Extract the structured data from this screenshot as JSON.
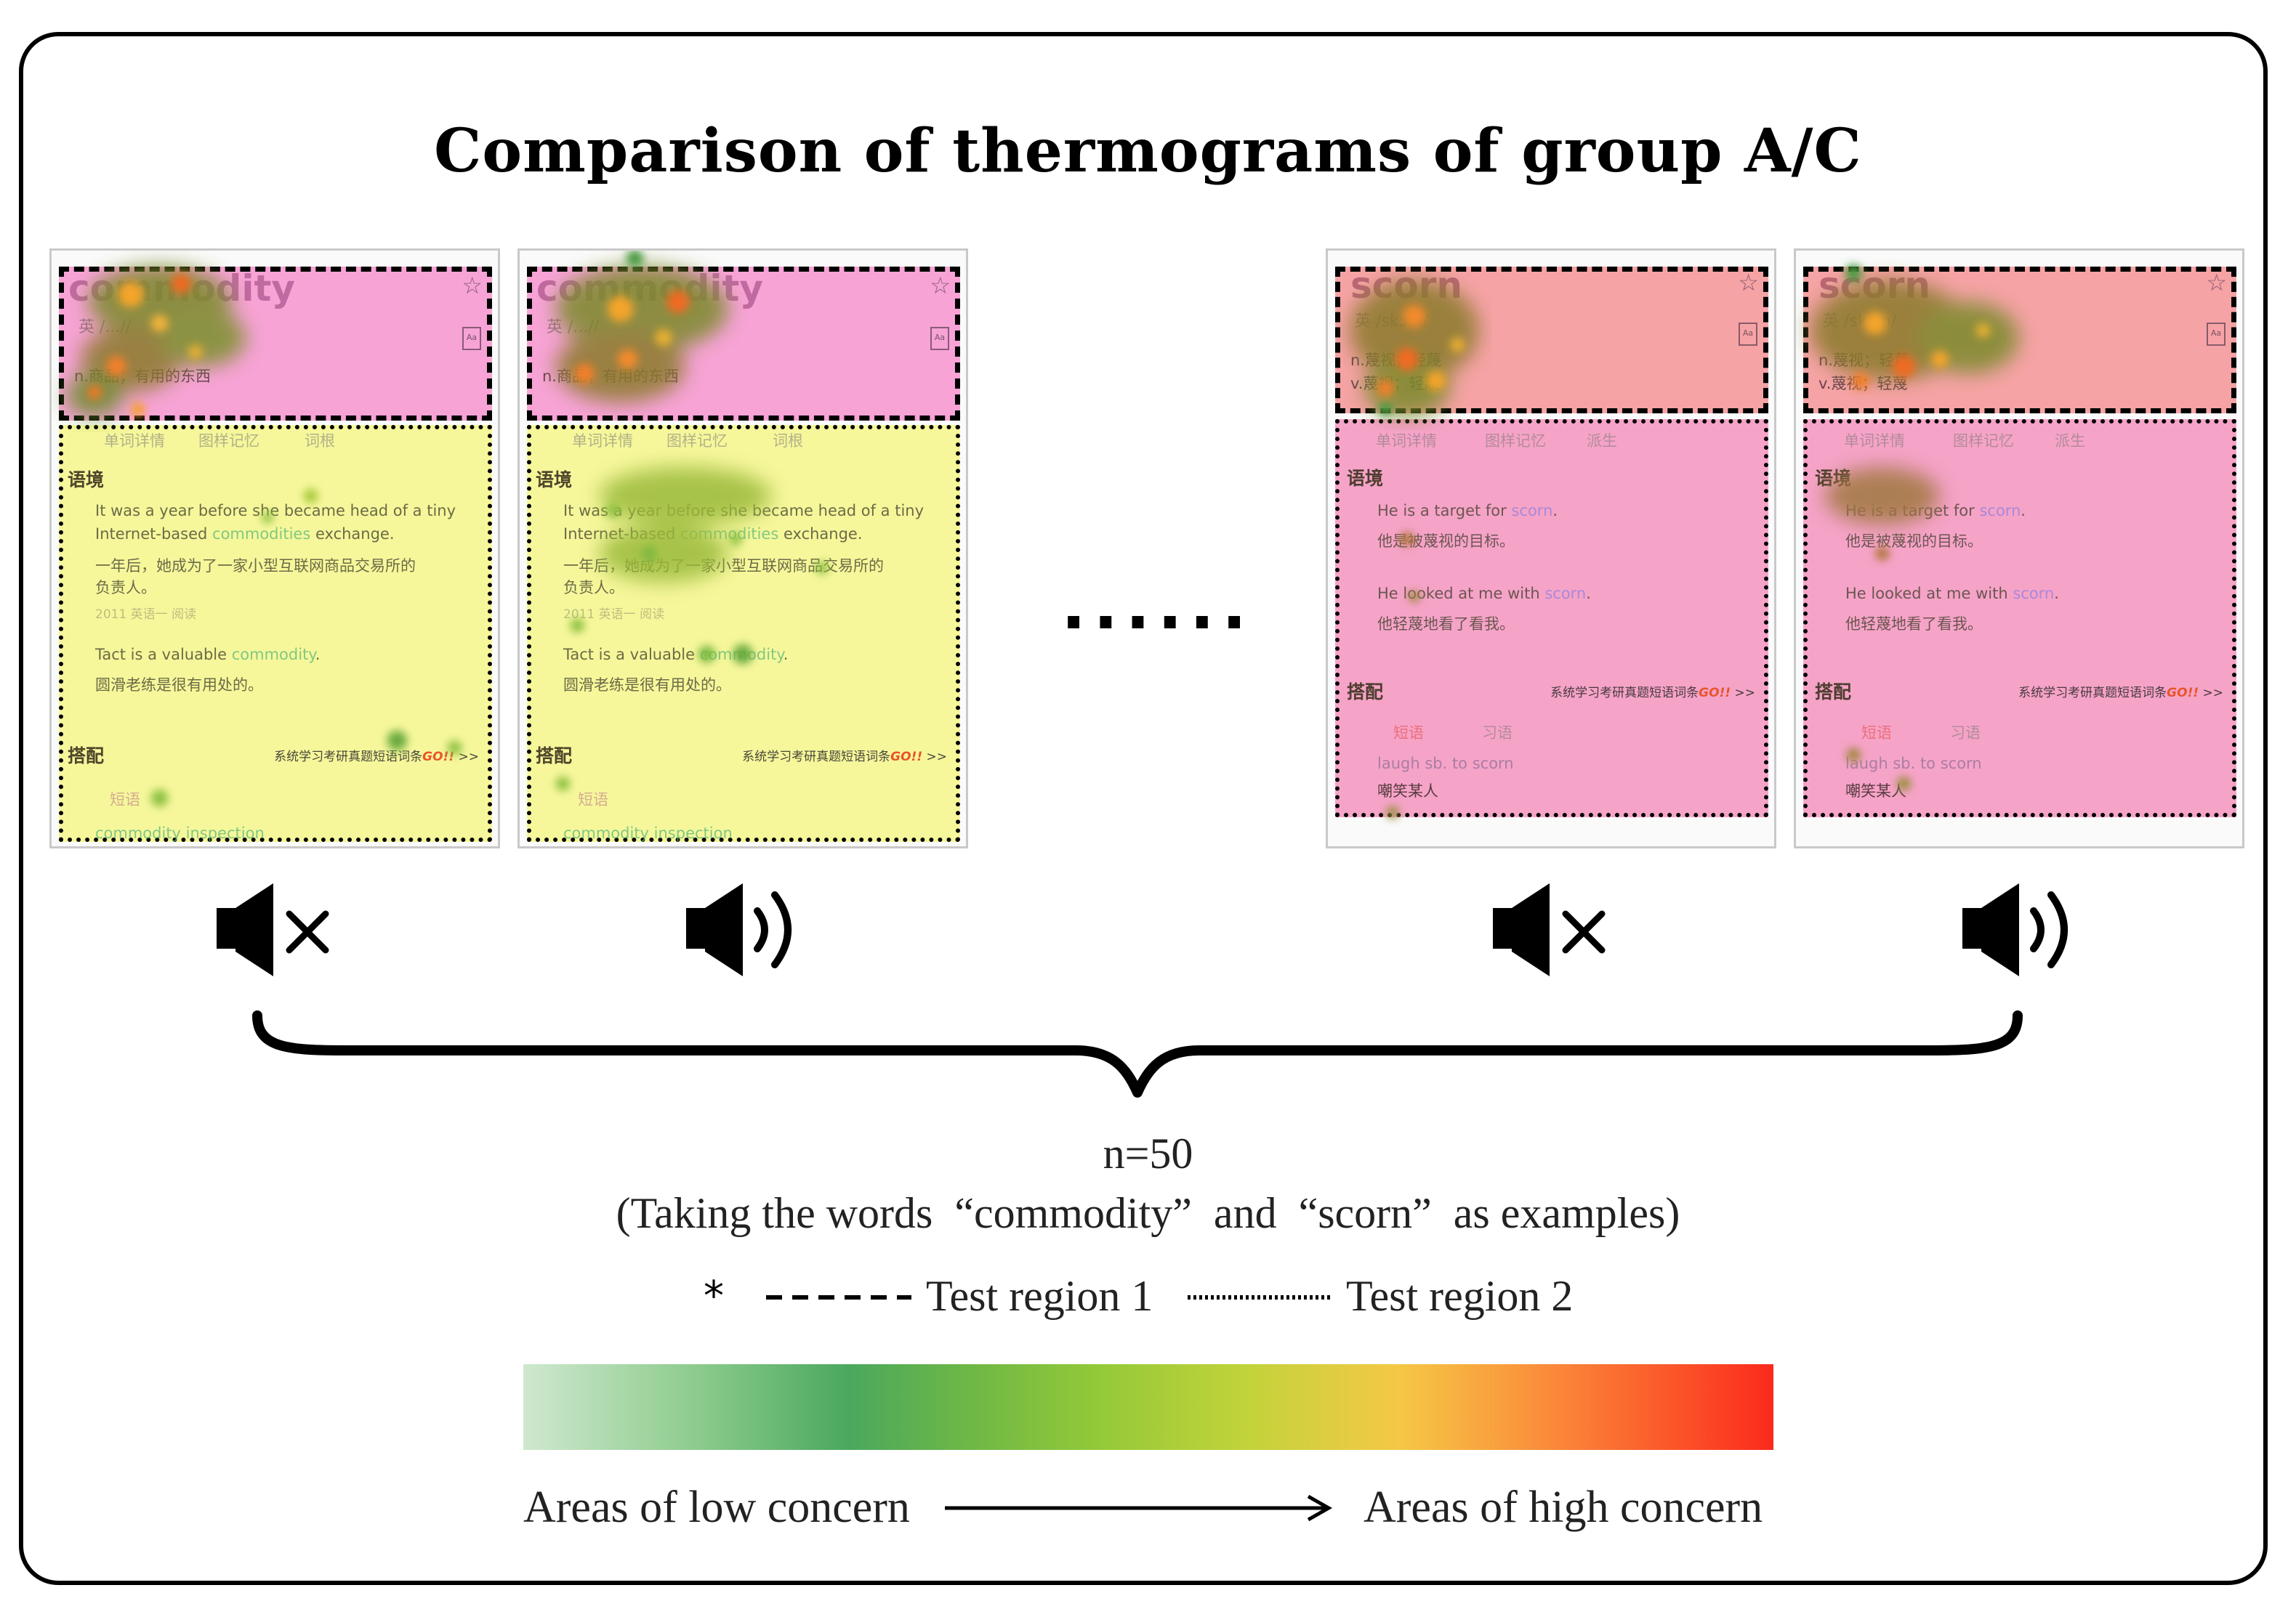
{
  "title": "Comparison of thermograms of group A/C",
  "ellipsis": "......",
  "panels": [
    {
      "word": "commodity",
      "phonetic": "英 /...//",
      "meaning": "n.商品；有用的东西",
      "tabs": [
        "单词详情",
        "图样记忆",
        "词根"
      ],
      "context_heading": "语境",
      "sentences": [
        {
          "en_a": "It was a year before she became head of a tiny",
          "en_b_pre": "Internet-based ",
          "en_b_hl": "commodities",
          "en_b_post": " exchange.",
          "zh_a": "一年后，她成为了一家小型互联网商品交易所的",
          "zh_b": "负责人。",
          "source": "2011 英语一 阅读"
        },
        {
          "en_pre": "Tact is a valuable ",
          "en_hl": "commodity",
          "en_post": ".",
          "zh": "圆滑老练是很有用处的。"
        }
      ],
      "collocation_heading": "搭配",
      "collocation_link": "系统学习考研真题短语词条",
      "go": "GO!!",
      "go_suffix": " >>",
      "phrase_tag": "短语",
      "phrase": "commodity inspection"
    },
    {
      "word": "commodity",
      "phonetic": "英 /...//",
      "meaning": "n.商品；有用的东西",
      "tabs": [
        "单词详情",
        "图样记忆",
        "词根"
      ],
      "context_heading": "语境",
      "sentences": [
        {
          "en_a": "It was a year before she became head of a tiny",
          "en_b_pre": "Internet-based ",
          "en_b_hl": "commodities",
          "en_b_post": " exchange.",
          "zh_a": "一年后，她成为了一家小型互联网商品交易所的",
          "zh_b": "负责人。",
          "source": "2011 英语一 阅读"
        },
        {
          "en_pre": "Tact is a valuable ",
          "en_hl": "commodity",
          "en_post": ".",
          "zh": "圆滑老练是很有用处的。"
        }
      ],
      "collocation_heading": "搭配",
      "collocation_link": "系统学习考研真题短语词条",
      "go": "GO!!",
      "go_suffix": " >>",
      "phrase_tag": "短语",
      "phrase": "commodity inspection"
    },
    {
      "word": "scorn",
      "phonetic": "英 /skɔːn/",
      "meaning_a": "n.蔑视；轻蔑",
      "meaning_b": "v.蔑视；轻蔑",
      "tabs": [
        "单词详情",
        "图样记忆",
        "派生"
      ],
      "context_heading": "语境",
      "sentences": [
        {
          "en_pre": "He is a target for ",
          "en_hl": "scorn",
          "en_post": ".",
          "zh": "他是被蔑视的目标。"
        },
        {
          "en_pre": "He looked at me with ",
          "en_hl": "scorn",
          "en_post": ".",
          "zh": "他轻蔑地看了看我。"
        }
      ],
      "collocation_heading": "搭配",
      "collocation_link": "系统学习考研真题短语词条",
      "go": "GO!!",
      "go_suffix": " >>",
      "phrase_tags": [
        "短语",
        "习语"
      ],
      "phrase_en": "laugh sb. to scorn",
      "phrase_zh": "嘲笑某人"
    },
    {
      "word": "scorn",
      "phonetic": "英 /skɔːn/",
      "meaning_a": "n.蔑视；轻蔑",
      "meaning_b": "v.蔑视；轻蔑",
      "tabs": [
        "单词详情",
        "图样记忆",
        "派生"
      ],
      "context_heading": "语境",
      "sentences": [
        {
          "en_pre": "He is a target for ",
          "en_hl": "scorn",
          "en_post": ".",
          "zh": "他是被蔑视的目标。"
        },
        {
          "en_pre": "He looked at me with ",
          "en_hl": "scorn",
          "en_post": ".",
          "zh": "他轻蔑地看了看我。"
        }
      ],
      "collocation_heading": "搭配",
      "collocation_link": "系统学习考研真题短语词条",
      "go": "GO!!",
      "go_suffix": " >>",
      "phrase_tags": [
        "短语",
        "习语"
      ],
      "phrase_en": "laugh sb. to scorn",
      "phrase_zh": "嘲笑某人"
    }
  ],
  "speakers": [
    "speaker-muted-icon",
    "speaker-sound-icon",
    "speaker-muted-icon",
    "speaker-sound-icon"
  ],
  "sample_size": "n=50",
  "examples_note": "(Taking the words  “commodity”  and  “scorn”  as examples)",
  "legend": {
    "marker": "*",
    "region1": "Test region 1",
    "region2": "Test region 2"
  },
  "scale": {
    "low": "Areas of low concern",
    "high": "Areas of high concern",
    "colors": [
      "#cfe8cf",
      "#4aa85e",
      "#93c939",
      "#f5c846",
      "#fb2a1c"
    ]
  },
  "colors": {
    "region_pink": "#f7a3d6",
    "region_yellow": "#f6f79b",
    "region_salmon": "#f6a3a6",
    "region_rose": "#f6a3c8"
  }
}
